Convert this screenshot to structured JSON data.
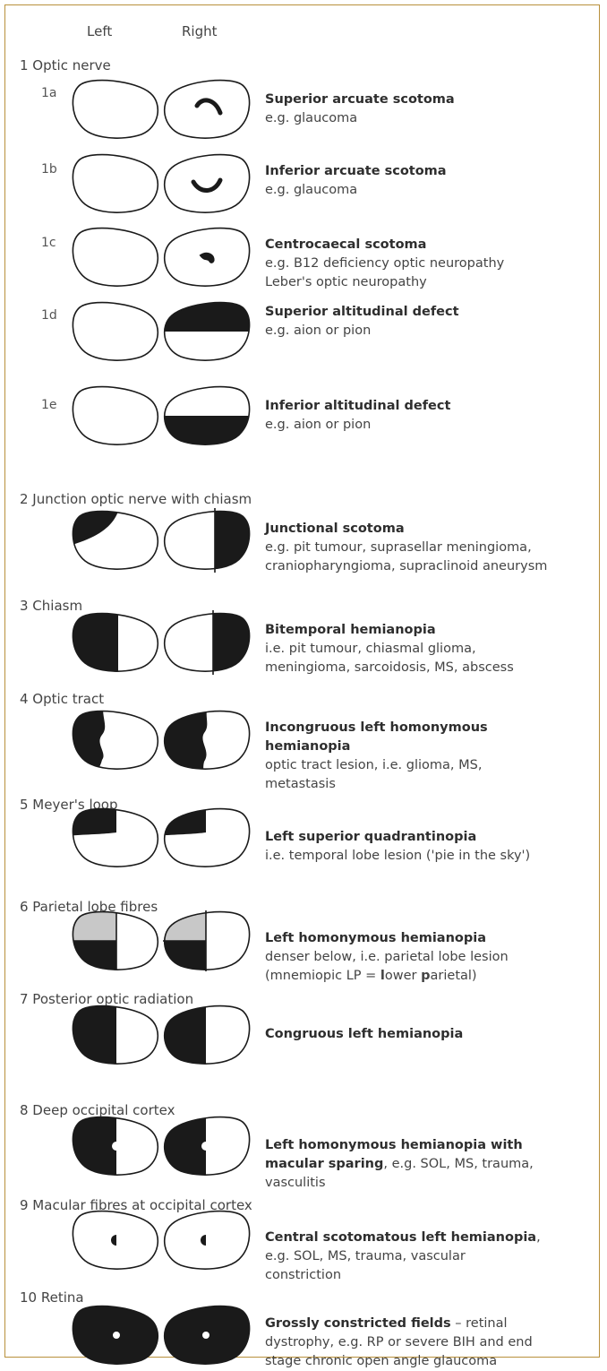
{
  "headers": {
    "left": "Left",
    "right": "Right"
  },
  "sections": [
    {
      "label": "1  Optic nerve"
    },
    {
      "label": "2  Junction optic nerve with chiasm"
    },
    {
      "label": "3  Chiasm"
    },
    {
      "label": "4  Optic tract"
    },
    {
      "label": "5  Meyer's loop"
    },
    {
      "label": "6  Parietal  lobe fibres"
    },
    {
      "label": "7  Posterior optic radiation"
    },
    {
      "label": "8  Deep occipital cortex"
    },
    {
      "label": "9  Macular fibres at occipital cortex"
    },
    {
      "label": "10 Retina"
    }
  ],
  "subs": [
    "1a",
    "1b",
    "1c",
    "1d",
    "1e"
  ],
  "entries": [
    {
      "title": "Superior arcuate scotoma",
      "lines": [
        "e.g. glaucoma"
      ]
    },
    {
      "title": "Inferior arcuate scotoma",
      "lines": [
        "e.g. glaucoma"
      ]
    },
    {
      "title": "Centrocaecal scotoma",
      "lines": [
        "e.g. B12 deficiency optic neuropathy",
        "Leber's optic neuropathy"
      ]
    },
    {
      "title": "Superior altitudinal defect",
      "lines": [
        "e.g. aion or pion"
      ]
    },
    {
      "title": "Inferior altitudinal defect",
      "lines": [
        "e.g. aion or pion"
      ]
    },
    {
      "title": "Junctional scotoma",
      "lines": [
        "e.g. pit tumour, suprasellar meningioma,",
        "craniopharyngioma, supraclinoid aneurysm"
      ]
    },
    {
      "title": "Bitemporal hemianopia",
      "lines": [
        "i.e. pit tumour, chiasmal glioma,",
        "meningioma, sarcoidosis, MS, abscess"
      ]
    },
    {
      "title": "Incongruous left homonymous",
      "title2": "hemianopia",
      "lines": [
        "optic tract lesion, i.e. glioma, MS,",
        "metastasis"
      ]
    },
    {
      "title": "Left superior quadrantinopia",
      "lines": [
        "i.e. temporal lobe lesion ('pie in the sky')"
      ]
    },
    {
      "title": "Left homonymous hemianopia",
      "lines": [
        "denser below, i.e. parietal lobe lesion"
      ],
      "mnem": {
        "a": "(mnemiopic LP = ",
        "b": "l",
        "c": "ower ",
        "d": "p",
        "e": "arietal)"
      }
    },
    {
      "title": "Congruous left hemianopia",
      "lines": []
    },
    {
      "title": "Left homonymous hemianopia with",
      "title2b": "macular sparing",
      "title2r": ", e.g. SOL, MS, trauma,",
      "lines": [
        "vasculitis"
      ]
    },
    {
      "title": "Central scotomatous left hemianopia",
      "titleR": ",",
      "lines": [
        "e.g. SOL, MS, trauma, vascular",
        "constriction"
      ]
    },
    {
      "title": "Grossly constricted fields",
      "titleR": " – retinal",
      "lines": [
        "dystrophy, e.g. RP or severe BIH and end",
        "stage chronic open angle glaucoma"
      ]
    }
  ],
  "colors": {
    "border": "#b8903c",
    "fill": "#1a1a1a",
    "grey": "#c8c8c8"
  }
}
